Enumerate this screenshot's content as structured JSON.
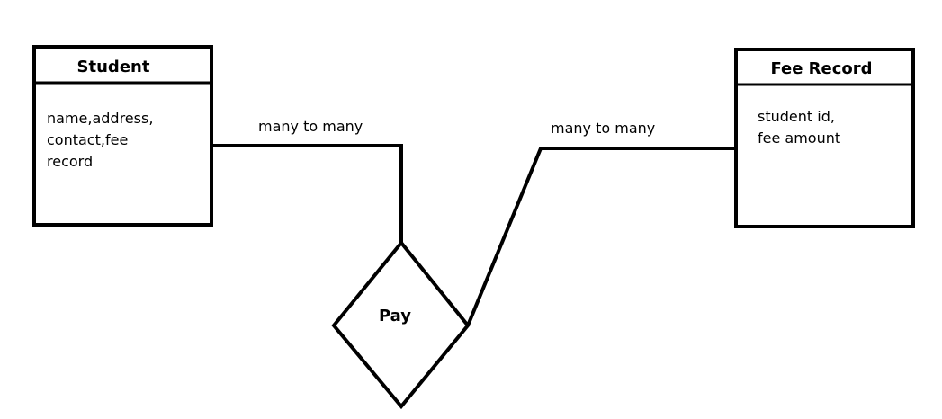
{
  "entities": {
    "student": {
      "title": "Student",
      "attributes": [
        "name,address,",
        "contact,fee",
        "record"
      ]
    },
    "fee_record": {
      "title": "Fee Record",
      "attributes": [
        "student id,",
        "fee amount"
      ]
    }
  },
  "relationship": {
    "name": "Pay"
  },
  "connections": {
    "left_label": "many to many",
    "right_label": "many to many"
  },
  "colors": {
    "stroke": "#000000",
    "background": "#ffffff"
  }
}
